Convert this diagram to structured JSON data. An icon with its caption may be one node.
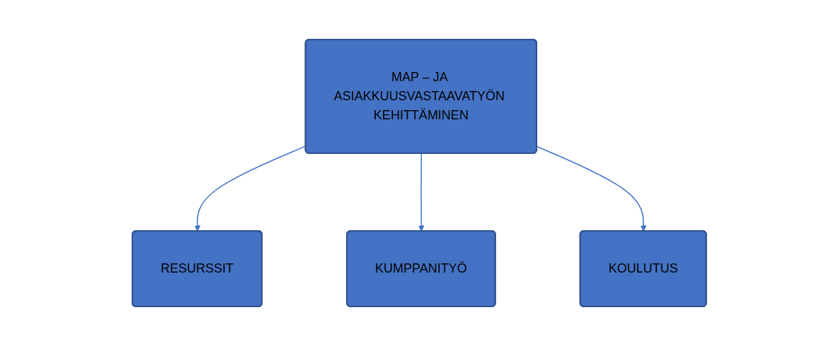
{
  "diagram": {
    "nodes": [
      {
        "text": [
          "MAP – JA ASIAKKUUSVASTAAVATYÖN KEHITTÄMINEN"
        ]
      },
      {
        "text": [
          "RESURSSIT"
        ]
      },
      {
        "text": [
          "KUMPPANITYÖ"
        ]
      },
      {
        "text": [
          "KOULUTUS"
        ]
      }
    ],
    "edges": [
      {
        "from": 0,
        "to": 1,
        "arrow": "to"
      },
      {
        "from": 0,
        "to": 2,
        "arrow": "to"
      },
      {
        "from": 0,
        "to": 3,
        "arrow": "to"
      }
    ]
  }
}
